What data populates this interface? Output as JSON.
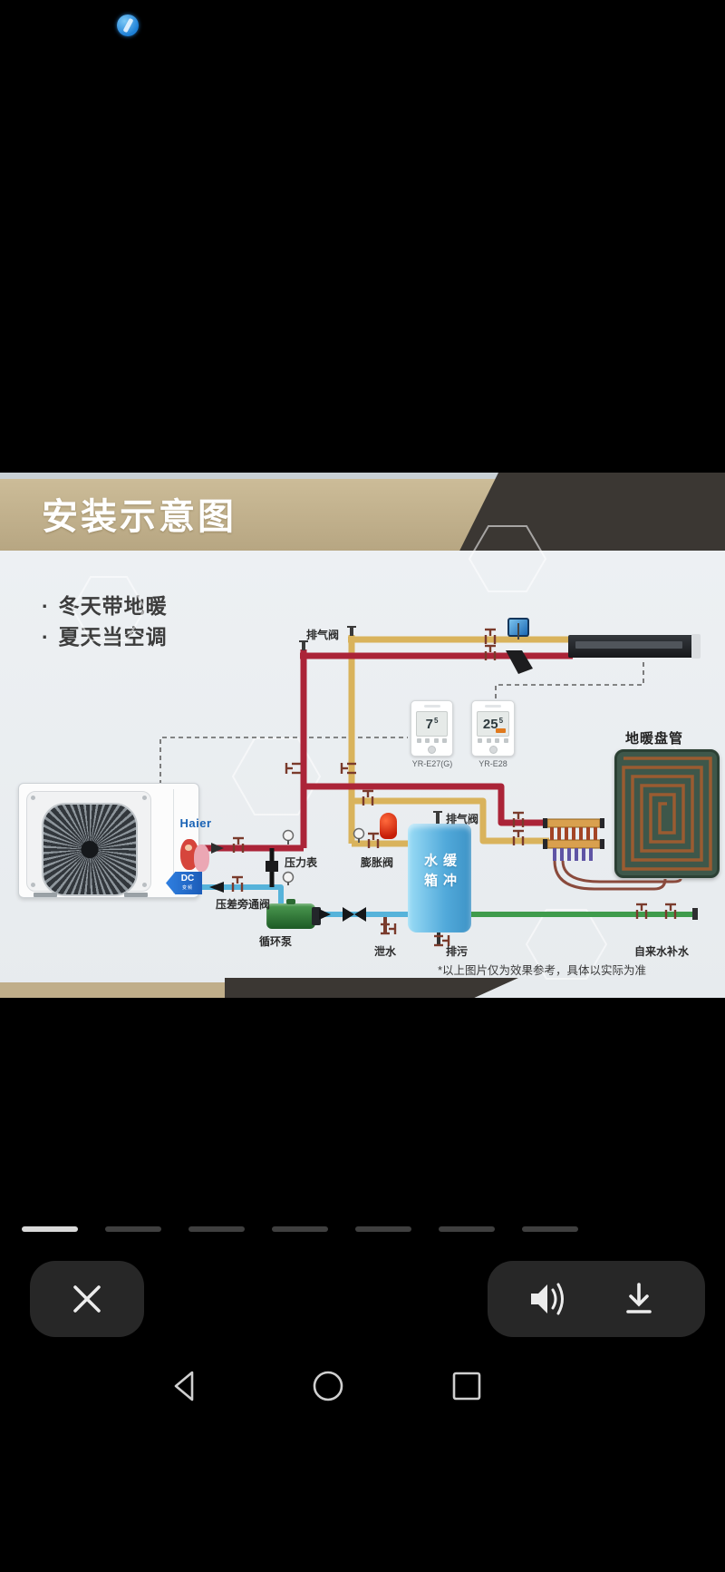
{
  "screen": {
    "type": "mobile-image-viewer",
    "background": "#000000"
  },
  "float_icon": {
    "name": "bubble-shield-icon",
    "color": "#1d7fd6"
  },
  "slide": {
    "title": "安装示意图",
    "bullet_prefix": "·",
    "bullets": [
      "冬天带地暖",
      "夏天当空调"
    ],
    "footnote": "*以上图片仅为效果参考，具体以实际为准",
    "banner_color": "#c4b28e",
    "wedge_color": "#3b3733",
    "diagram": {
      "labels": {
        "exhaust_valve_top": "排气阀",
        "pressure_gauge": "压力表",
        "expansion_valve": "膨胀阀",
        "bypass_valve": "压差旁通阀",
        "circulation_pump": "循环泵",
        "drain": "泄水",
        "blowdown": "排污",
        "tank_vent": "排气阀",
        "makeup_water": "自来水补水",
        "buffer_tank": "缓冲水箱",
        "floor_coil": "地暖盘管"
      },
      "thermostats": [
        {
          "model": "YR-E27(G)",
          "reading": "7",
          "reading_small": "5"
        },
        {
          "model": "YR-E28",
          "reading": "25",
          "reading_small": "5"
        }
      ],
      "outdoor_unit": {
        "brand": "Haier",
        "badge": "DC",
        "badge_sub": "变频"
      },
      "pipe_colors": {
        "heating_supply": "#ab2438",
        "heating_return": "#d9b35c",
        "chilled_water": "#56b3da",
        "makeup_water": "#3f9b4c",
        "bypass": "#141414",
        "tank": "#5fb7e3",
        "expansion_tank": "#d92c10"
      }
    }
  },
  "player": {
    "progress": {
      "segments": 7,
      "active_index": 0
    }
  },
  "controls": {
    "close": "close-icon",
    "volume": "speaker-icon",
    "download": "download-icon"
  },
  "navbar": {
    "back": "back-icon",
    "home": "home-icon",
    "recents": "recents-icon"
  }
}
